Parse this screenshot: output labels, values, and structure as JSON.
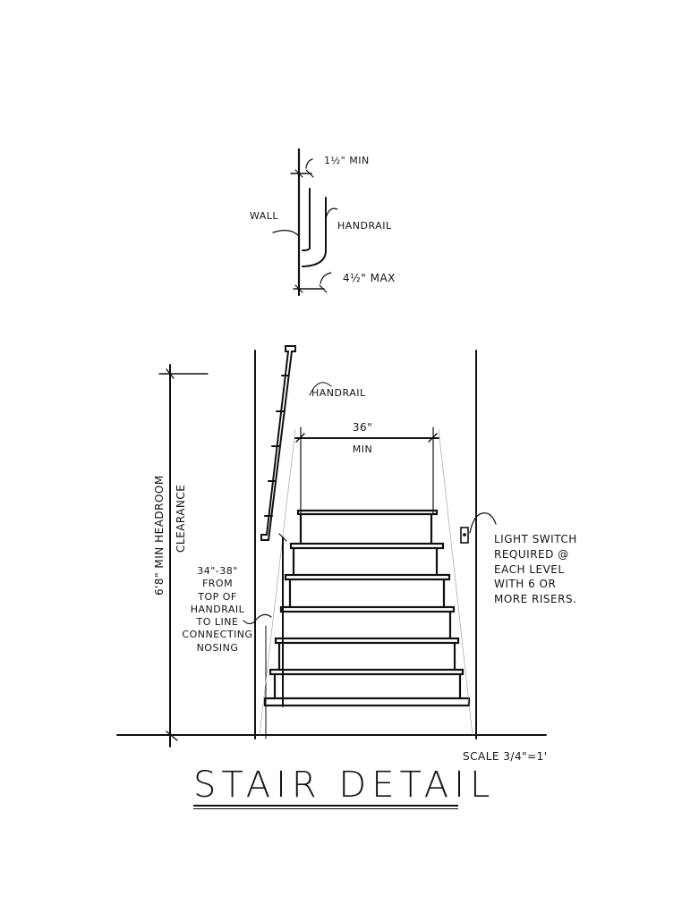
{
  "handrail_detail": {
    "dim_top": "1½\" MIN",
    "label_wall": "WALL",
    "label_handrail": "HANDRAIL",
    "dim_bottom": "4½\" MAX"
  },
  "stair_elevation": {
    "handrail_label": "HANDRAIL",
    "width_dim": "36\"",
    "width_dim_note": "MIN",
    "headroom_line1": "6'8\" MIN HEADROOM",
    "headroom_line2": "CLEARANCE",
    "handrail_height_note": [
      "34\"-38\"",
      "FROM",
      "TOP OF",
      "HANDRAIL",
      "TO LINE",
      "CONNECTING",
      "NOSING"
    ],
    "light_switch_note": [
      "LIGHT SWITCH",
      "REQUIRED @",
      "EACH LEVEL",
      "WITH 6 OR",
      "MORE RISERS."
    ],
    "tread_count": 7
  },
  "footer": {
    "scale": "SCALE 3/4\"=1'",
    "title": "STAIR DETAIL"
  }
}
